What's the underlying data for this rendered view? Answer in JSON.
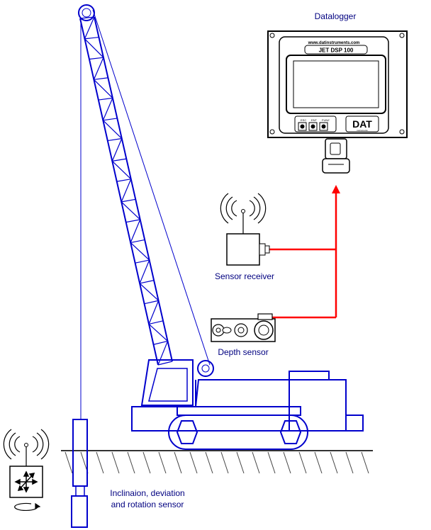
{
  "labels": {
    "datalogger": "Datalogger",
    "sensor_receiver": "Sensor receiver",
    "depth_sensor": "Depth sensor",
    "inclination_line1": "Inclinaion, deviation",
    "inclination_line2": "and rotation sensor"
  },
  "datalogger_unit": {
    "website": "www.datinstruments.com",
    "model": "JET DSP 100",
    "button_labels": [
      "ESC",
      "ENT",
      "FUNZ"
    ],
    "brand": "DAT",
    "brand_sub": "instruments"
  },
  "colors": {
    "crane": "#0000cc",
    "signal_cable": "#ff0000",
    "label_text": "#000080",
    "ground_hatch": "#333333"
  },
  "icons": [
    "wireless-signal-icon",
    "arrow-up-icon",
    "rotation-arrow-icon",
    "cross-arrows-icon"
  ]
}
